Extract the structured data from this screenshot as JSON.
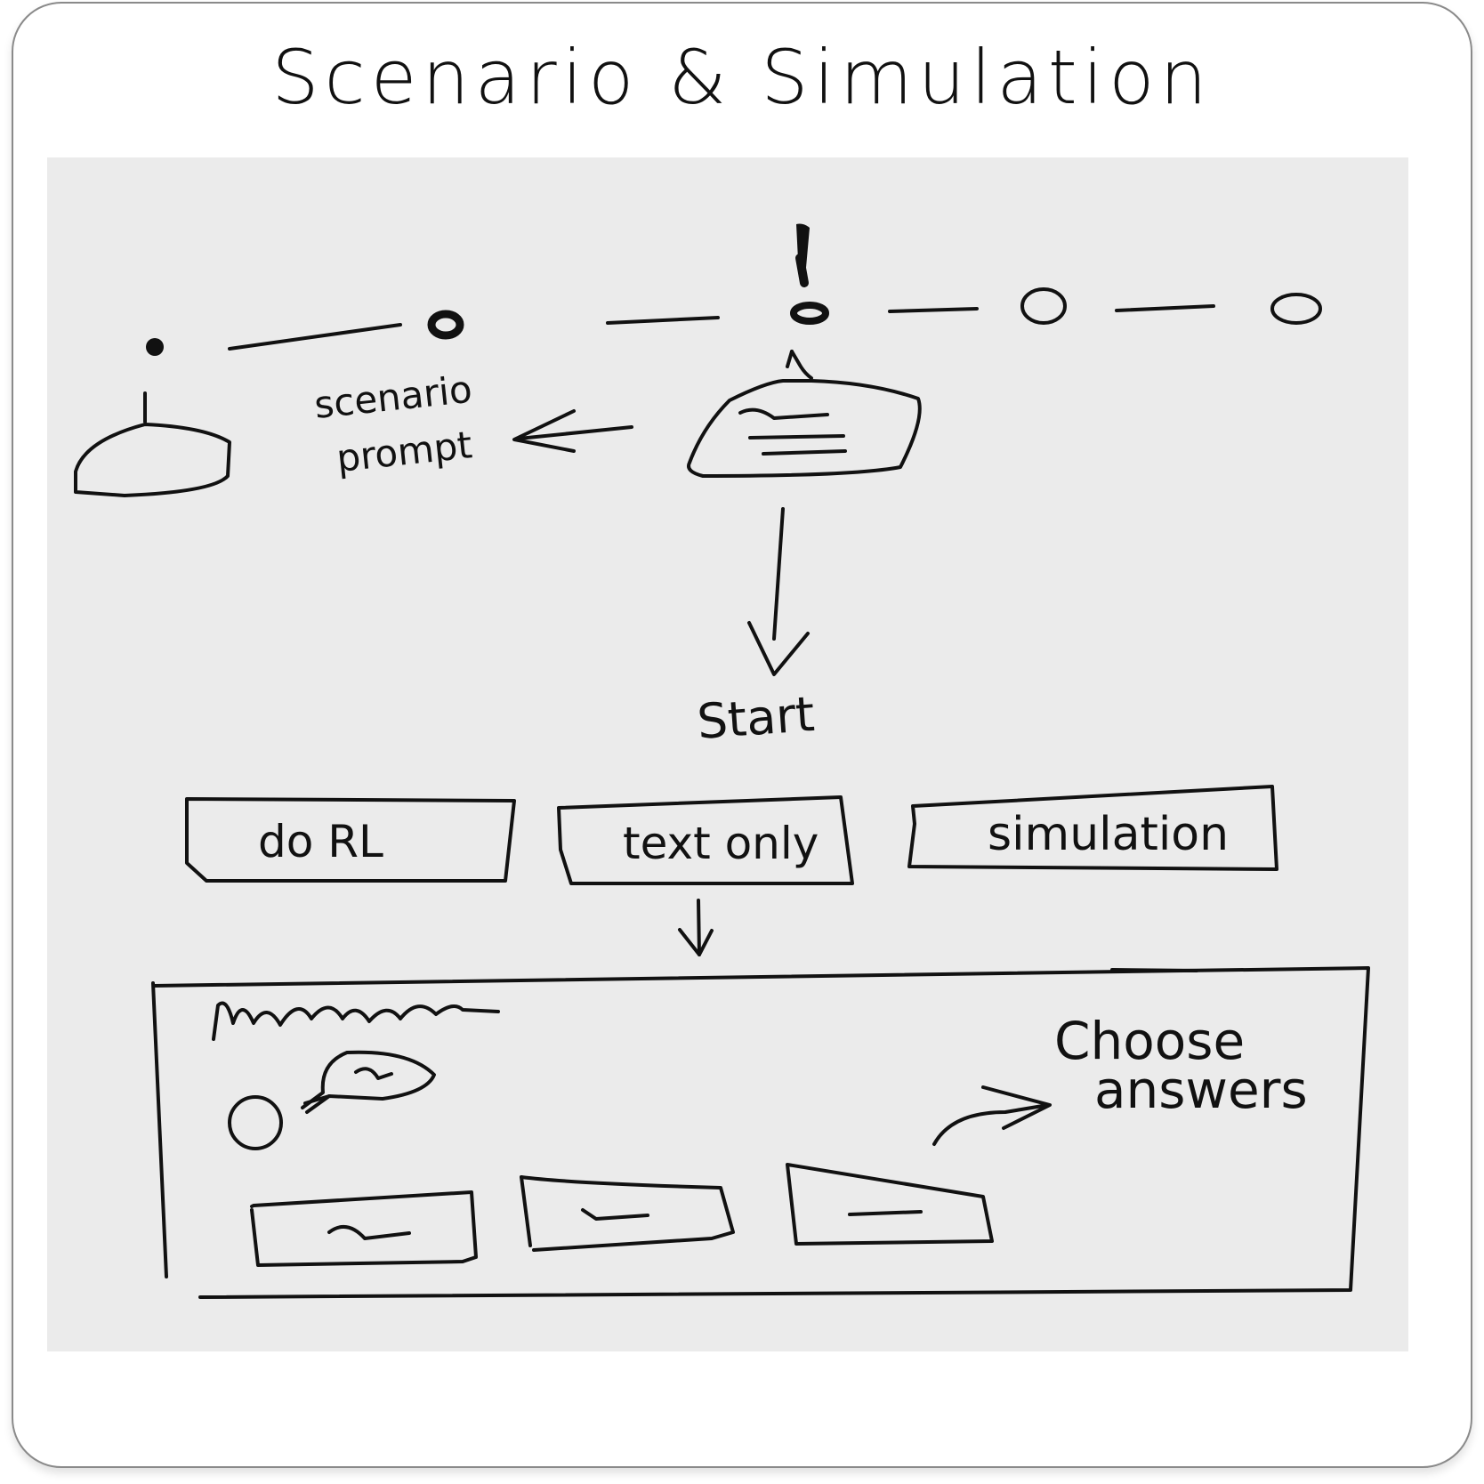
{
  "title": "Scenario & Simulation",
  "labels": {
    "scenario_prompt_line1": "scenario",
    "scenario_prompt_line2": "prompt",
    "start": "Start",
    "choose_answers_line1": "Choose",
    "choose_answers_line2": "answers",
    "exclamation": "!"
  },
  "buttons": {
    "do_rl": "do RL",
    "text_only": "text only",
    "simulation": "simulation"
  }
}
